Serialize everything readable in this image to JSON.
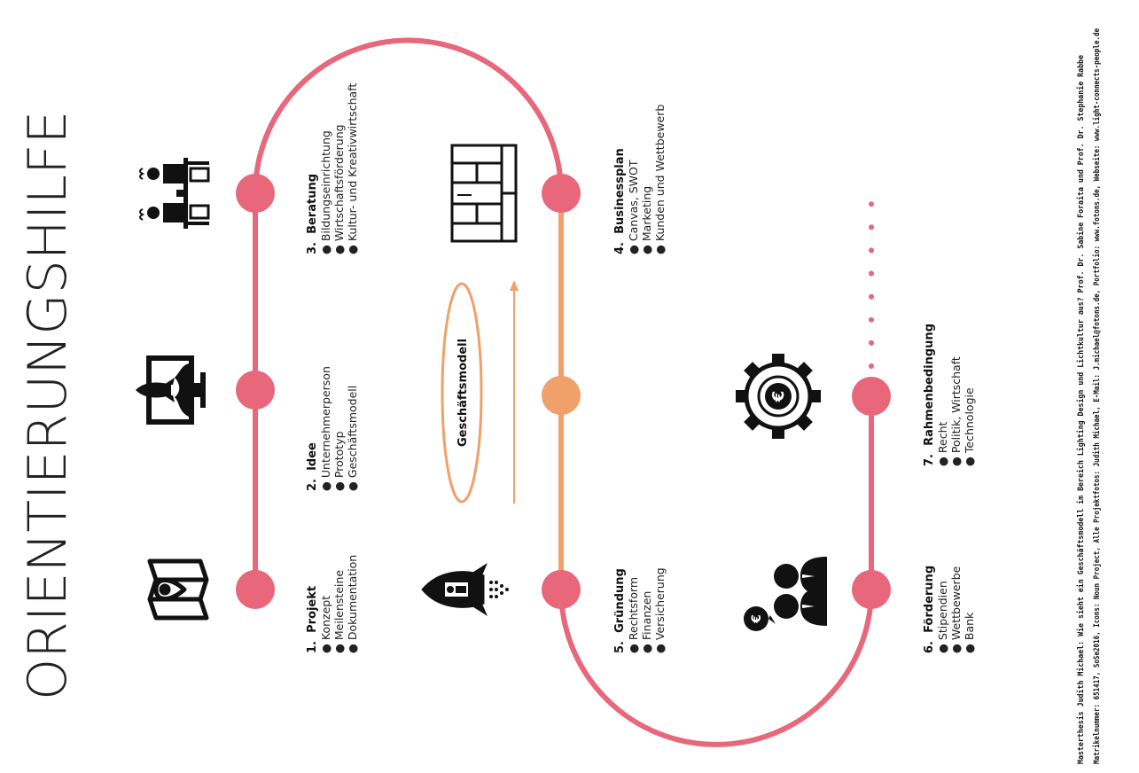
{
  "title": "ORIENTIERUNGSHILFE",
  "colors": {
    "track": "#E8677A",
    "track_business": "#F0A06A",
    "ink": "#111111"
  },
  "center_label": "Geschäftsmodell",
  "stages": [
    {
      "number": "1.",
      "name": "Projekt",
      "items": [
        "Konzept",
        "Meilensteine",
        "Dokumentation"
      ],
      "icon": "map-with-location-pin-icon",
      "node_color": "track"
    },
    {
      "number": "2.",
      "name": "Idee",
      "items": [
        "Unternehmerperson",
        "Prototyp",
        "Geschäftsmodell"
      ],
      "icon": "monitor-with-rocket-icon",
      "node_color": "track"
    },
    {
      "number": "3.",
      "name": "Beratung",
      "items": [
        "Bildungseinrichtung",
        "Wirtschaftsförderung",
        "Kultur- und Kreativwirtschaft"
      ],
      "icon": "consulting-people-at-desk-icon",
      "node_color": "track"
    },
    {
      "number": "4.",
      "name": "Businessplan",
      "items": [
        "Canvas, SWOT",
        "Marketing",
        "Kunden und Wettbewerb"
      ],
      "icon": "business-model-canvas-icon",
      "node_color": "track"
    },
    {
      "number": "5.",
      "name": "Gründung",
      "items": [
        "Rechtsform",
        "Finanzen",
        "Versicherung"
      ],
      "icon": "rocket-launch-icon",
      "node_color": "track"
    },
    {
      "number": "6.",
      "name": "Förderung",
      "items": [
        "Stipendien",
        "Wettbewerbe",
        "Bank"
      ],
      "icon": "funding-people-euro-icon",
      "node_color": "track"
    },
    {
      "number": "7.",
      "name": "Rahmenbedingung",
      "items": [
        "Recht",
        "Politik, Wirtschaft",
        "Technologie"
      ],
      "icon": "gear-with-euro-icon",
      "node_color": "track"
    }
  ],
  "business_model_node": {
    "icon": "center-node",
    "node_color": "track_business"
  },
  "footer": {
    "line1": "Masterthesis Judith Michael: Wie sieht ein Geschäftsmodell im Bereich Lighting Design und Lichtkultur aus? Prof. Dr. Sabine Foraita und Prof. Dr. Stephanie Rabbe",
    "line2": "Matrikelnummer: 651417, SoSe2016, Icons: Noun Project, Alle Projektfotos: Judith Michael, E-Mail: J.michael@fotons.de, Portfolio: www.fotons.de, Webseite: www.light-connects-people.de"
  }
}
